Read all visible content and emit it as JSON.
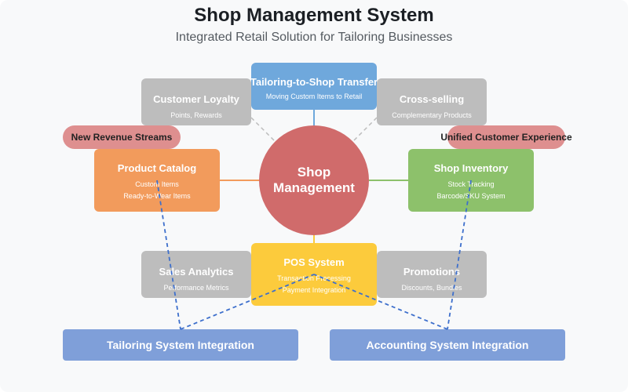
{
  "header": {
    "title": "Shop Management System",
    "subtitle": "Integrated Retail Solution for Tailoring Businesses"
  },
  "hub": {
    "line1": "Shop",
    "line2": "Management"
  },
  "nodes": {
    "transfer": {
      "title": "Tailoring-to-Shop Transfer",
      "line1": "Moving Custom Items to Retail"
    },
    "loyalty": {
      "title": "Customer Loyalty",
      "line1": "Points, Rewards"
    },
    "cross_selling": {
      "title": "Cross-selling",
      "line1": "Complementary Products"
    },
    "catalog": {
      "title": "Product Catalog",
      "line1": "Custom Items",
      "line2": "Ready-to-Wear Items"
    },
    "inventory": {
      "title": "Shop Inventory",
      "line1": "Stock Tracking",
      "line2": "Barcode/SKU System"
    },
    "pos": {
      "title": "POS System",
      "line1": "Transaction Processing",
      "line2": "Payment Integration"
    },
    "analytics": {
      "title": "Sales Analytics",
      "line1": "Performance Metrics"
    },
    "promotions": {
      "title": "Promotions",
      "line1": "Discounts, Bundles"
    }
  },
  "pills": {
    "revenue": "New Revenue Streams",
    "experience": "Unified Customer Experience"
  },
  "integrations": {
    "tailoring": "Tailoring System Integration",
    "accounting": "Accounting System Integration"
  },
  "colors": {
    "hub": "#d06b6b",
    "transfer": "#6fa8dc",
    "catalog": "#f29b5c",
    "inventory": "#8dc16b",
    "pos": "#fccb3c",
    "gray": "#bdbdbd",
    "pill": "#de8f8f",
    "integration": "#7f9fd9",
    "dashed_link": "#3d6fcc"
  }
}
